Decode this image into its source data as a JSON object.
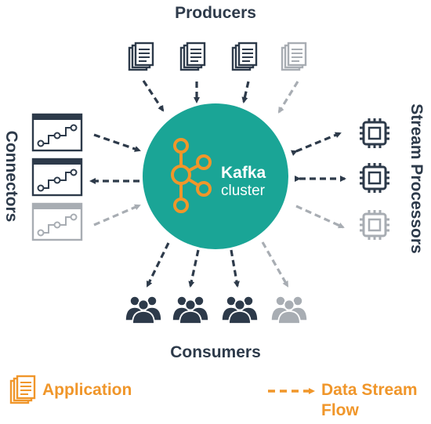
{
  "sections": {
    "producers": "Producers",
    "consumers": "Consumers",
    "connectors": "Connectors",
    "stream_processors": "Stream Processors"
  },
  "cluster": {
    "title": "Kafka",
    "subtitle": "cluster"
  },
  "legend": {
    "application": "Application",
    "flow_line1": "Data Stream",
    "flow_line2": "Flow"
  },
  "colors": {
    "dark": "#2d3a4a",
    "faded": "#a8adb3",
    "teal": "#1aa596",
    "orange": "#f0962a"
  }
}
